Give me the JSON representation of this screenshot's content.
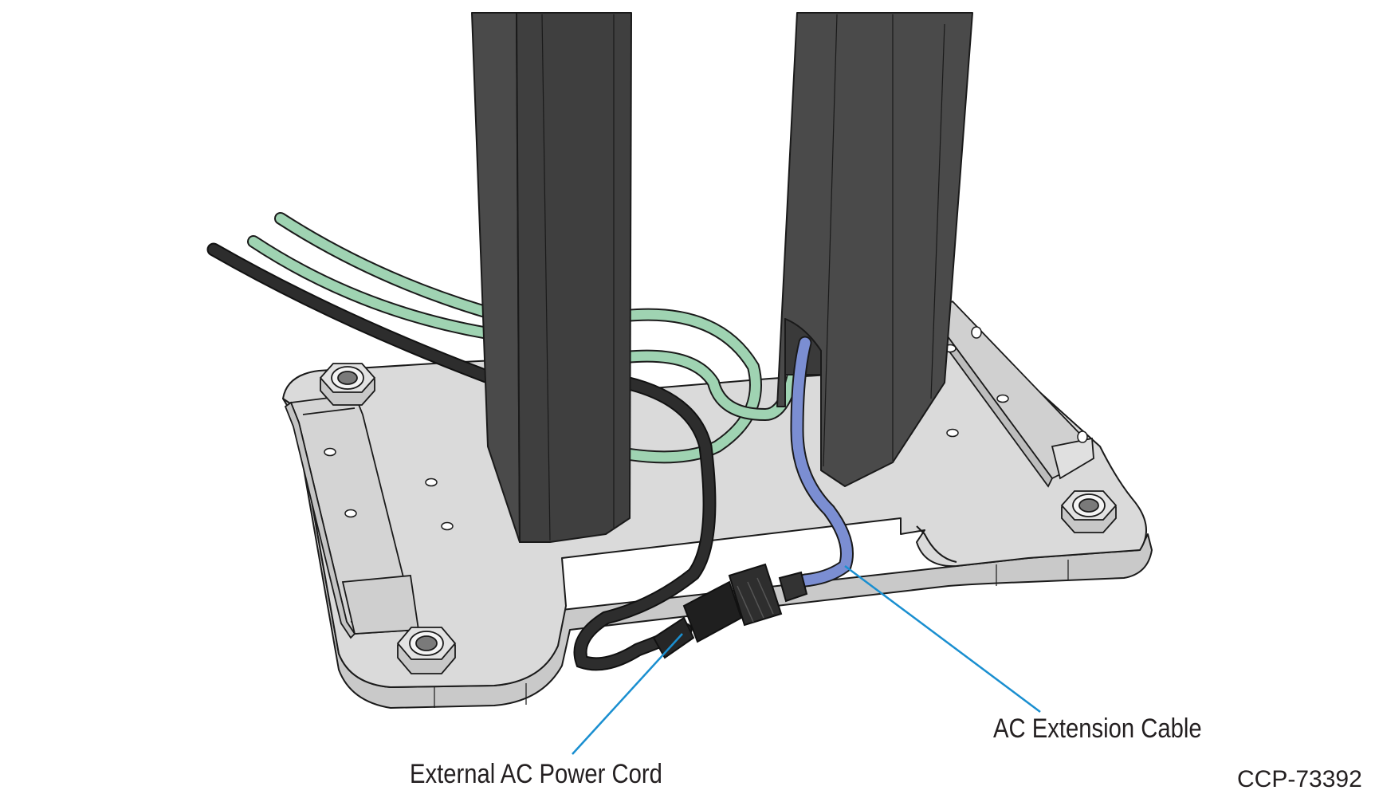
{
  "callouts": {
    "ac_extension_cable": "AC Extension Cable",
    "external_ac_power_cord": "External AC Power Cord"
  },
  "figure_id": "CCP-73392",
  "colors": {
    "plate": "#dadada",
    "plate_edge": "#c6c6c6",
    "column": "#4a4a4a",
    "column_face": "#3f3f3f",
    "green_cable": "#9fd3b2",
    "black_cable": "#2d2d2d",
    "blue_cable": "#7b8ed2",
    "leader_line": "#1a8fd0",
    "outline": "#1a1a1a"
  }
}
